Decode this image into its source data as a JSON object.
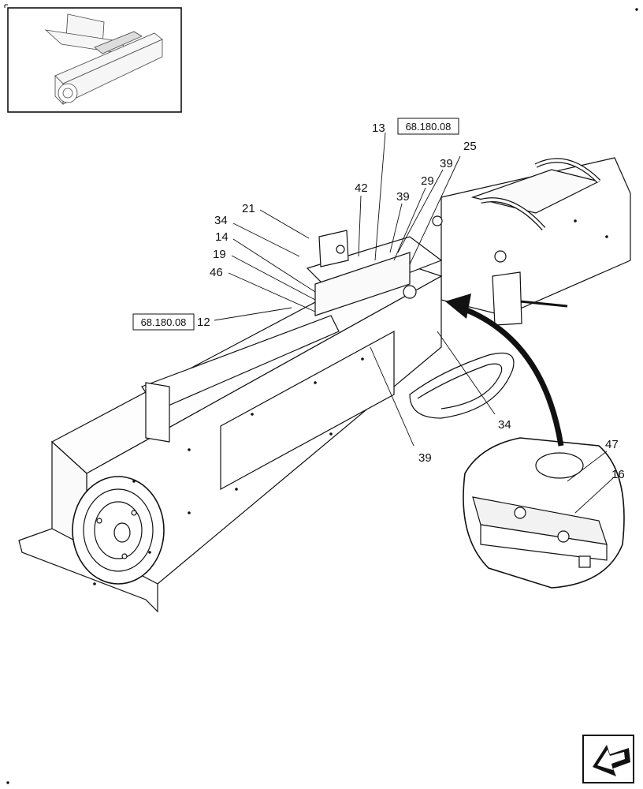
{
  "callouts": {
    "c13": "13",
    "c25": "25",
    "c39a": "39",
    "c29": "29",
    "c42": "42",
    "c39b": "39",
    "c21": "21",
    "c34a": "34",
    "c14": "14",
    "c19": "19",
    "c46": "46",
    "c12": "12",
    "c34b": "34",
    "c39c": "39",
    "c47": "47",
    "c16": "16"
  },
  "refs": {
    "top": "68.180.08",
    "left": "68.180.08"
  },
  "icons": {
    "nav": "next-page-arrow-icon"
  },
  "colors": {
    "line": "#111111",
    "detail_fill": "#f2f2f2"
  }
}
